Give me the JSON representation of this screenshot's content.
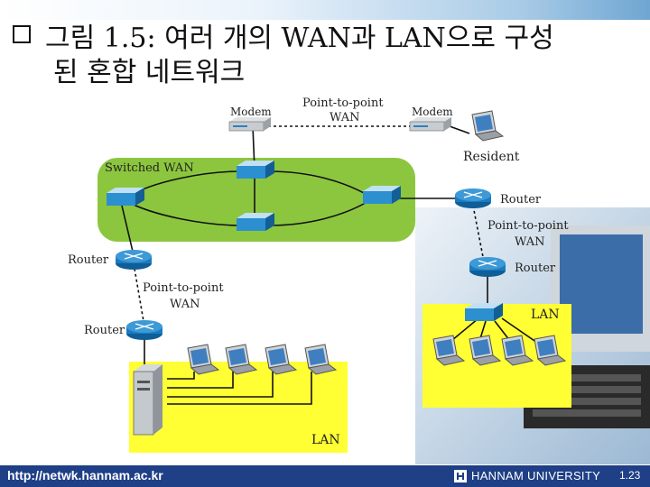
{
  "slide": {
    "title_line1": "그림 1.5:  여러 개의 WAN과 LAN으로 구성",
    "title_line2": "된 혼합 네트워크"
  },
  "diagram": {
    "modem_left": "Modem",
    "modem_right": "Modem",
    "p2p_top_1": "Point-to-point",
    "p2p_top_2": "WAN",
    "resident": "Resident",
    "switched_wan": "Switched WAN",
    "router_right_top": "Router",
    "p2p_right_1": "Point-to-point",
    "p2p_right_2": "WAN",
    "router_right_bottom": "Router",
    "lan_right": "LAN",
    "router_left_top": "Router",
    "p2p_left_1": "Point-to-point",
    "p2p_left_2": "WAN",
    "router_left_bottom": "Router",
    "lan_left": "LAN"
  },
  "footer": {
    "url": "http://netwk.hannam.ac.kr",
    "university": "HANNAM  UNIVERSITY",
    "page": "1.23"
  },
  "colors": {
    "switched_wan": "#8cc63f",
    "lan": "#ffff33",
    "footer": "#1f3f86",
    "router": "#1a7bc0"
  }
}
